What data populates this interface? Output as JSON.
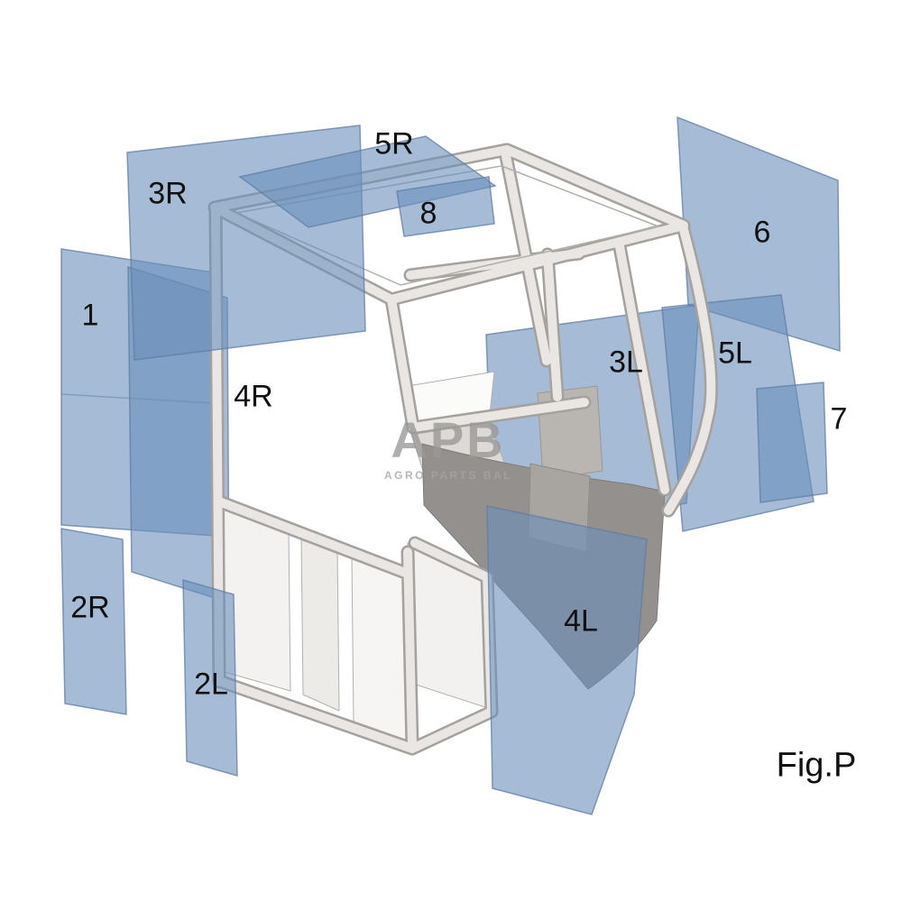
{
  "figure": {
    "caption": "Fig.P"
  },
  "watermark": {
    "line1": "APB",
    "line2": "AGRO PARTS BAL"
  },
  "labels": [
    {
      "id": "3R",
      "text": "3R"
    },
    {
      "id": "5R",
      "text": "5R"
    },
    {
      "id": "8",
      "text": "8"
    },
    {
      "id": "6",
      "text": "6"
    },
    {
      "id": "1",
      "text": "1"
    },
    {
      "id": "4R",
      "text": "4R"
    },
    {
      "id": "3L",
      "text": "3L"
    },
    {
      "id": "5L",
      "text": "5L"
    },
    {
      "id": "7",
      "text": "7"
    },
    {
      "id": "2R",
      "text": "2R"
    },
    {
      "id": "2L",
      "text": "2L"
    },
    {
      "id": "4L",
      "text": "4L"
    }
  ],
  "colors": {
    "glass": "#6b90bb",
    "glass_edge": "#5f7da3",
    "frame_fill": "#e9e6e3",
    "frame_edge": "#a5a19c",
    "body_dark": "#93908d",
    "watermark": "#9a9a9a"
  }
}
